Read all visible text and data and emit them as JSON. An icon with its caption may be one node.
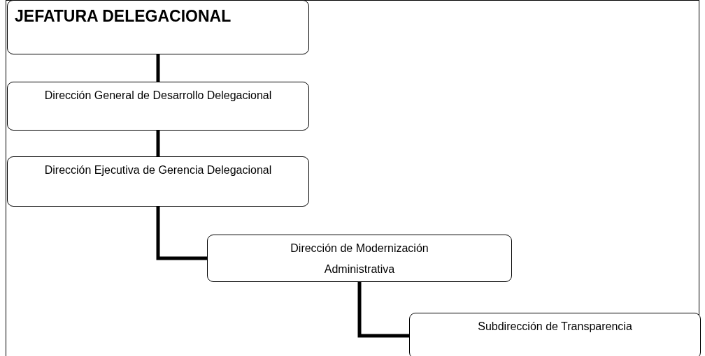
{
  "diagram": {
    "nodes": [
      {
        "text": [
          "JEFATURA DELEGACIONAL"
        ]
      },
      {
        "text": [
          "Dirección General de Desarrollo Delegacional"
        ]
      },
      {
        "text": [
          "Dirección Ejecutiva de Gerencia Delegacional"
        ]
      },
      {
        "text": [
          "Dirección de Modernización Administrativa"
        ]
      },
      {
        "text": [
          "Subdirección de Transparencia"
        ]
      }
    ],
    "edges": [
      {
        "from": 0,
        "to": 1,
        "arrow": "none"
      },
      {
        "from": 1,
        "to": 2,
        "arrow": "none"
      },
      {
        "from": 2,
        "to": 3,
        "arrow": "none"
      },
      {
        "from": 3,
        "to": 4,
        "arrow": "none"
      }
    ]
  }
}
